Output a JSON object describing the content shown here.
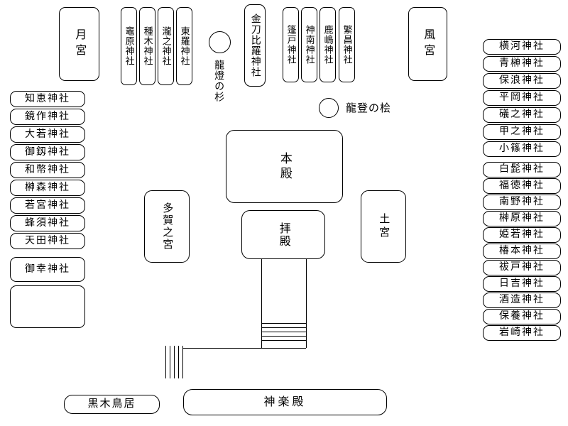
{
  "diagram": {
    "type": "shrine-precinct-map",
    "line_color": "#000000",
    "background_color": "#ffffff"
  },
  "buildings": {
    "tsukinomiya": "月宮",
    "kazenomiya": "風宮",
    "kotohira": "金刀比羅神社",
    "honden": "本殿",
    "haiden": "拝殿",
    "taganomiya": "多賀之宮",
    "tsuchinomiya": "土宮",
    "kurokitorii": "黒木鳥居",
    "kaguraden": "神楽殿"
  },
  "landmarks": {
    "ryuto_no_sugi": "龍燈の杉",
    "ryuto_no_hinoki": "龍登の桧"
  },
  "top_left_shrines": [
    "竈原神社",
    "種木神社",
    "瀧之神社",
    "東羅神社"
  ],
  "top_right_shrines": [
    "篷戸神社",
    "神南神社",
    "鹿嶋神社",
    "繁昌神社"
  ],
  "left_shrines": [
    "知恵神社",
    "鏡作神社",
    "大若神社",
    "御釼神社",
    "和幣神社",
    "榊森神社",
    "若宮神社",
    "蜂須神社",
    "天田神社",
    "御幸神社"
  ],
  "right_shrines_upper": [
    "横河神社",
    "青榊神社",
    "保浪神社",
    "平岡神社",
    "礒之神社",
    "甲之神社",
    "小篠神社"
  ],
  "right_shrines_lower": [
    "白髭神社",
    "福徳神社",
    "南野神社",
    "榊原神社",
    "姫若神社",
    "椿本神社",
    "祓戸神社",
    "日吉神社",
    "酒造神社",
    "保養神社",
    "岩崎神社"
  ]
}
